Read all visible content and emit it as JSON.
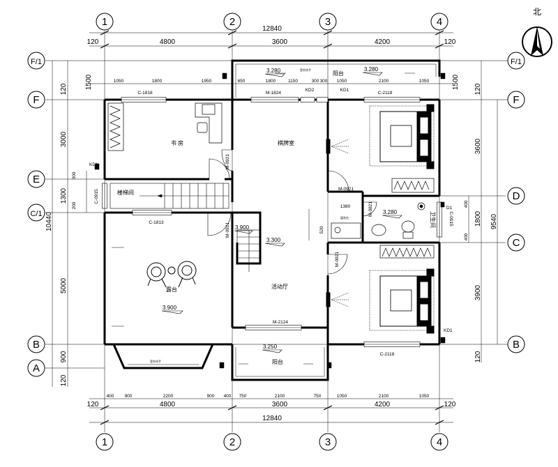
{
  "compass": {
    "label": "北"
  },
  "axes": {
    "columns": [
      "1",
      "2",
      "3",
      "4"
    ],
    "rows": [
      "F/1",
      "F",
      "E",
      "C/1",
      "B",
      "A",
      "D",
      "C",
      "D",
      "B"
    ]
  },
  "dims_top": {
    "total": "12840",
    "bays": [
      "120",
      "4800",
      "3600",
      "4200",
      "120"
    ]
  },
  "dims_bottom": {
    "total": "12840",
    "bays": [
      "120",
      "4800",
      "3600",
      "4200",
      "120"
    ],
    "detail": [
      "400",
      "900",
      "2200",
      "900",
      "400",
      "750",
      "2100",
      "750",
      "1050",
      "2100",
      "1050"
    ]
  },
  "dims_left": {
    "total": "10440",
    "segments": [
      "1500",
      "120",
      "3000",
      "1300",
      "5000",
      "900",
      "120"
    ],
    "small": [
      "300",
      "200"
    ]
  },
  "dims_right": {
    "total": "9540",
    "segments": [
      "1500",
      "120",
      "3600",
      "1800",
      "3900",
      "120"
    ],
    "small": [
      "400",
      "400"
    ]
  },
  "dims_balcony_top": [
    "1050",
    "1800",
    "1950",
    "650",
    "1800",
    "1150",
    "300",
    "300",
    "1050",
    "2100",
    "1050"
  ],
  "wash_dims": [
    "1380",
    "520"
  ],
  "rooms": {
    "study": "书 房",
    "chess": "棋牌室",
    "stair": "楼梯间",
    "activity": "活动厅",
    "terrace": "露台",
    "balcony_top": "阳台",
    "balcony_bottom": "阳台",
    "bath": "卫生间"
  },
  "levels": {
    "balcony_top_left": "3.280",
    "balcony_top_right": "3.280",
    "stair_landing": "3.900",
    "stair_mid": "3.300",
    "terrace": "3.900",
    "balcony_bottom": "3.250",
    "bath": "3.280"
  },
  "doors": {
    "m1824": "M-1824",
    "kd2": "KD2",
    "kd1_top": "KD1",
    "kd1_left": "KD1",
    "kd1_right": "D1",
    "kd1_bottom": "KD1",
    "m0921_study": "M-0921",
    "m0921_stair": "M-0921",
    "m0921_bed": "M-0921",
    "m0821": "M-0821",
    "m0921_act": "M-0921",
    "m2124": "M-2124"
  },
  "windows": {
    "c1818": "C-1818",
    "c2118_top": "C-2118",
    "c0915_left": "C-0915",
    "c1813": "C-1813",
    "c0915_right": "C-0915",
    "c2118_bottom": "C-2118"
  },
  "notes": {
    "rail_top": "室外扶手",
    "rail_bottom": "室外扶手",
    "bath_note": "盥洗台"
  }
}
